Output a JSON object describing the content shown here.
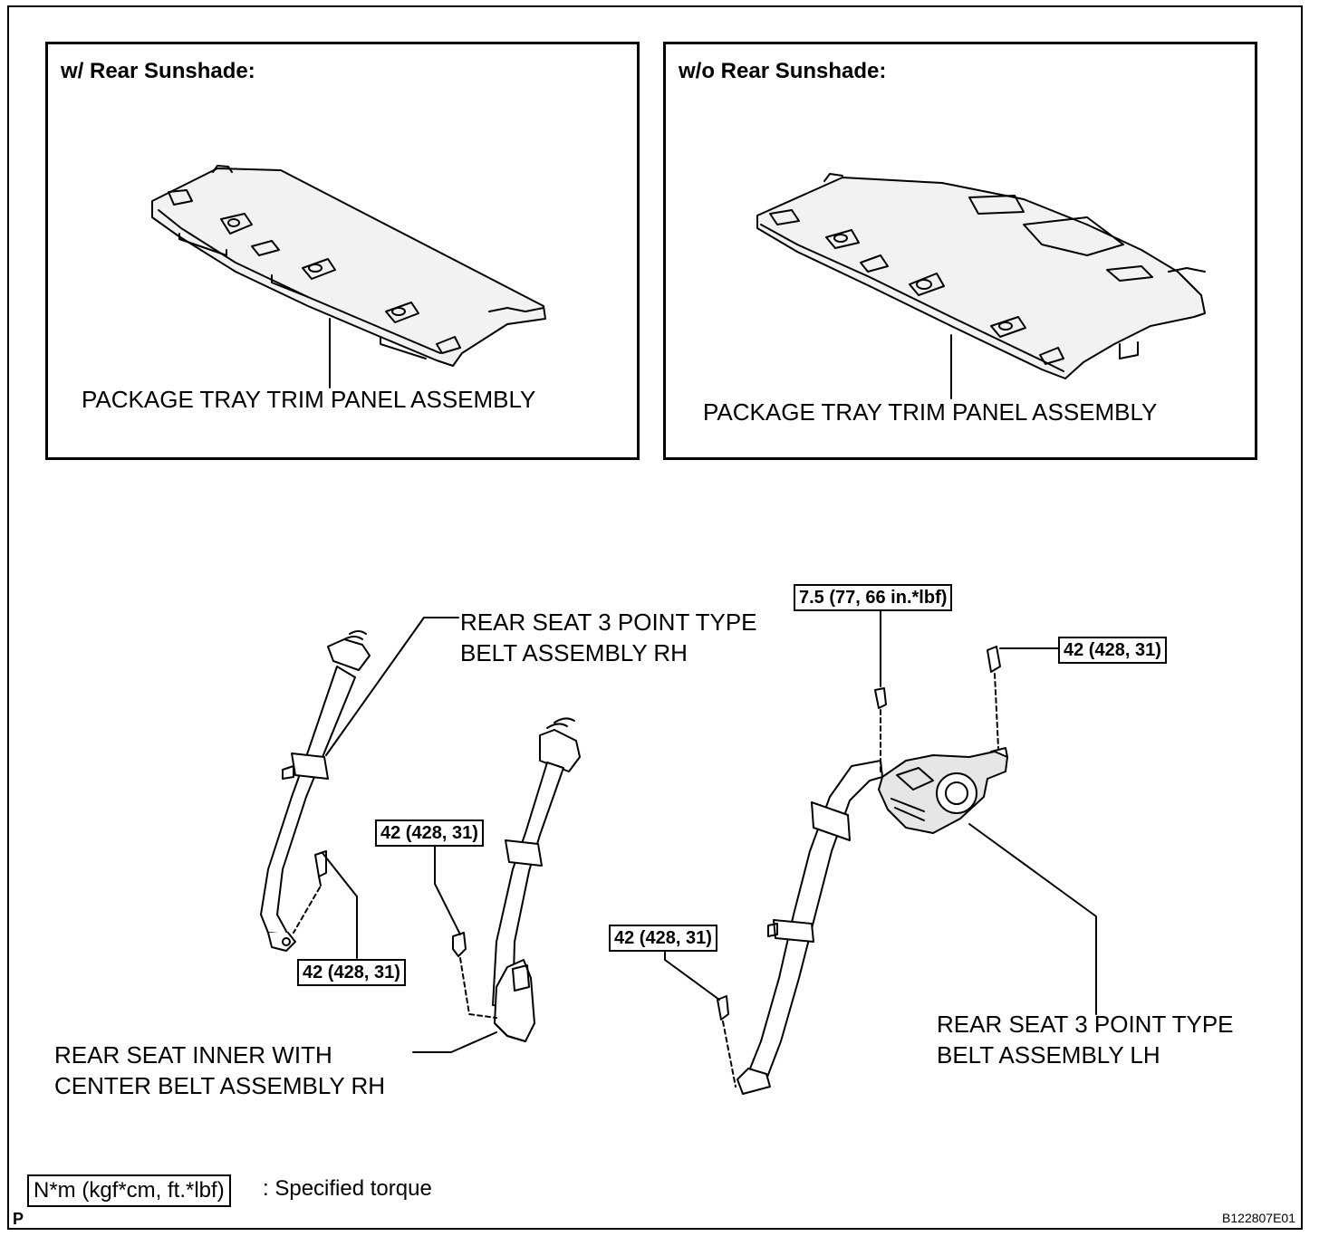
{
  "panels": {
    "left": {
      "title": "w/ Rear Sunshade:",
      "part_label": "PACKAGE TRAY TRIM PANEL ASSEMBLY"
    },
    "right": {
      "title": "w/o Rear Sunshade:",
      "part_label": "PACKAGE TRAY TRIM PANEL ASSEMBLY"
    }
  },
  "labels": {
    "rh_belt": [
      "REAR SEAT 3 POINT TYPE",
      "BELT ASSEMBLY RH"
    ],
    "center_belt": [
      "REAR SEAT INNER WITH",
      "CENTER BELT ASSEMBLY RH"
    ],
    "lh_belt": [
      "REAR SEAT 3 POINT TYPE",
      "BELT ASSEMBLY LH"
    ]
  },
  "torques": {
    "rh_anchor": "42 (428, 31)",
    "center_anchor": "42 (428, 31)",
    "lh_lower": "42 (428, 31)",
    "lh_retractor": "42 (428, 31)",
    "lh_top": "7.5 (77, 66 in.*lbf)"
  },
  "legend": {
    "unit": "N*m (kgf*cm, ft.*lbf)",
    "text": ": Specified torque"
  },
  "corner_mark": "P",
  "figure_code": "B122807E01"
}
